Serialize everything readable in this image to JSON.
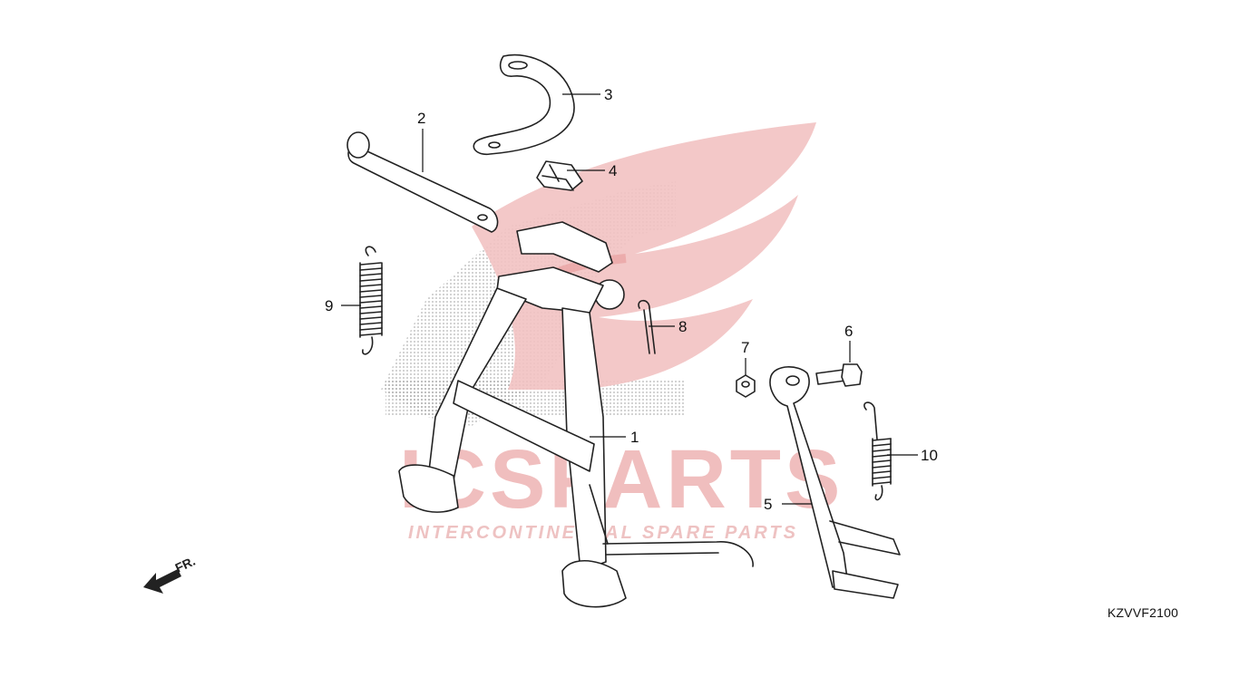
{
  "diagram": {
    "code": "KZVVF2100",
    "front_marker": "FR.",
    "watermark": {
      "brand": "ICSPARTS",
      "tagline": "INTERCONTINENTAL SPARE PARTS",
      "color_main": "#e8a3a3",
      "color_light": "#f3cccc"
    },
    "callouts": [
      {
        "id": "1",
        "label": "1"
      },
      {
        "id": "2",
        "label": "2"
      },
      {
        "id": "3",
        "label": "3"
      },
      {
        "id": "4",
        "label": "4"
      },
      {
        "id": "5",
        "label": "5"
      },
      {
        "id": "6",
        "label": "6"
      },
      {
        "id": "7",
        "label": "7"
      },
      {
        "id": "8",
        "label": "8"
      },
      {
        "id": "9",
        "label": "9"
      },
      {
        "id": "10",
        "label": "10"
      }
    ]
  }
}
